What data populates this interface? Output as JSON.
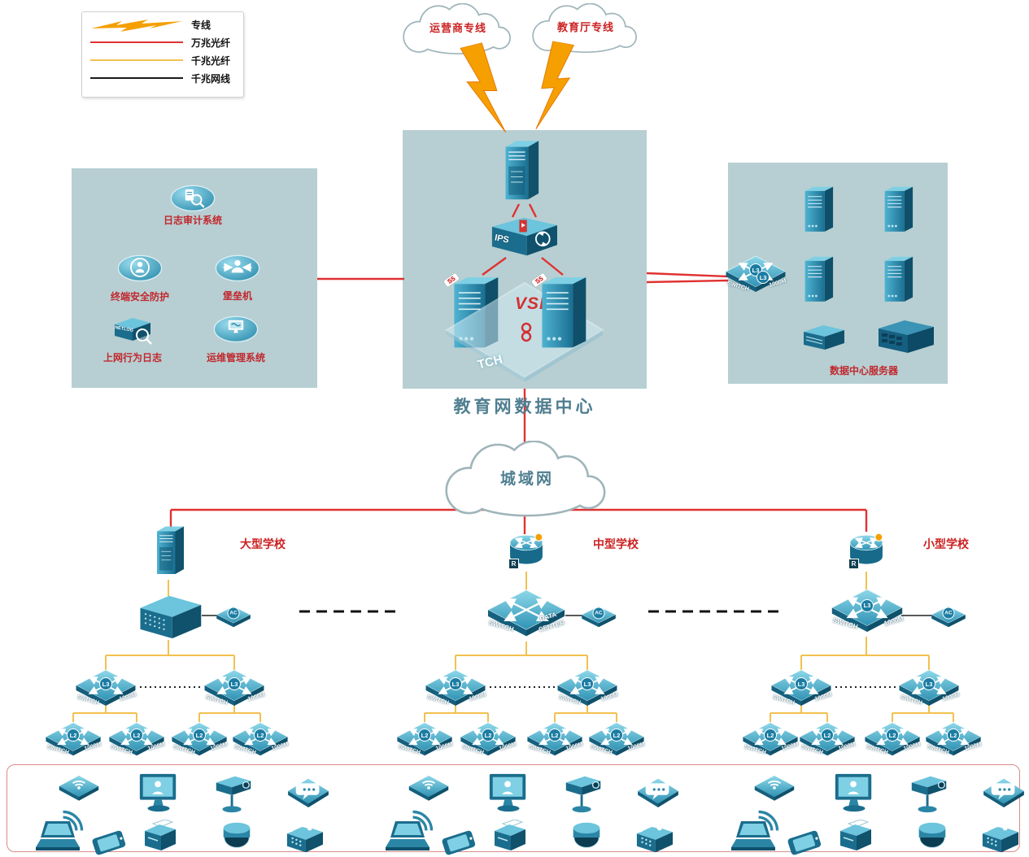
{
  "legend": {
    "items": [
      {
        "label": "专线",
        "type": "lightning",
        "color": "#f59f00"
      },
      {
        "label": "万兆光纤",
        "type": "line",
        "color": "#e03131"
      },
      {
        "label": "千兆光纤",
        "type": "line",
        "color": "#f2c14e"
      },
      {
        "label": "千兆网线",
        "type": "line",
        "color": "#1a1a1a"
      }
    ]
  },
  "clouds": {
    "carrier": "运营商专线",
    "education": "教育厅专线",
    "man": "城域网"
  },
  "datacenter": {
    "title": "教育网数据中心",
    "ips_label": "IPS",
    "vsf_label": "VSF",
    "ghost_switch_label": "TCH",
    "server_tag": "S5"
  },
  "security_zone": {
    "items": [
      {
        "label": "日志审计系统"
      },
      {
        "label": "终端安全防护"
      },
      {
        "label": "堡垒机"
      },
      {
        "label": "上网行为日志"
      },
      {
        "label": "运维管理系统"
      }
    ],
    "netlog_text": "NETLOG"
  },
  "server_zone": {
    "title": "数据中心服务器",
    "switch_badge": "L3",
    "switch_label": "SWITCH",
    "switch_speed": "1000M"
  },
  "network": {
    "l3_badge": "L3",
    "l2_badge": "L2",
    "switch_label": "SWITCH",
    "speed_label": "1000M",
    "data_center_line1": "DATA",
    "data_center_line2": "CENTER",
    "ac_badge": "AC",
    "router_badge": "R"
  },
  "schools": [
    {
      "name": "大型学校"
    },
    {
      "name": "中型学校"
    },
    {
      "name": "小型学校"
    }
  ]
}
